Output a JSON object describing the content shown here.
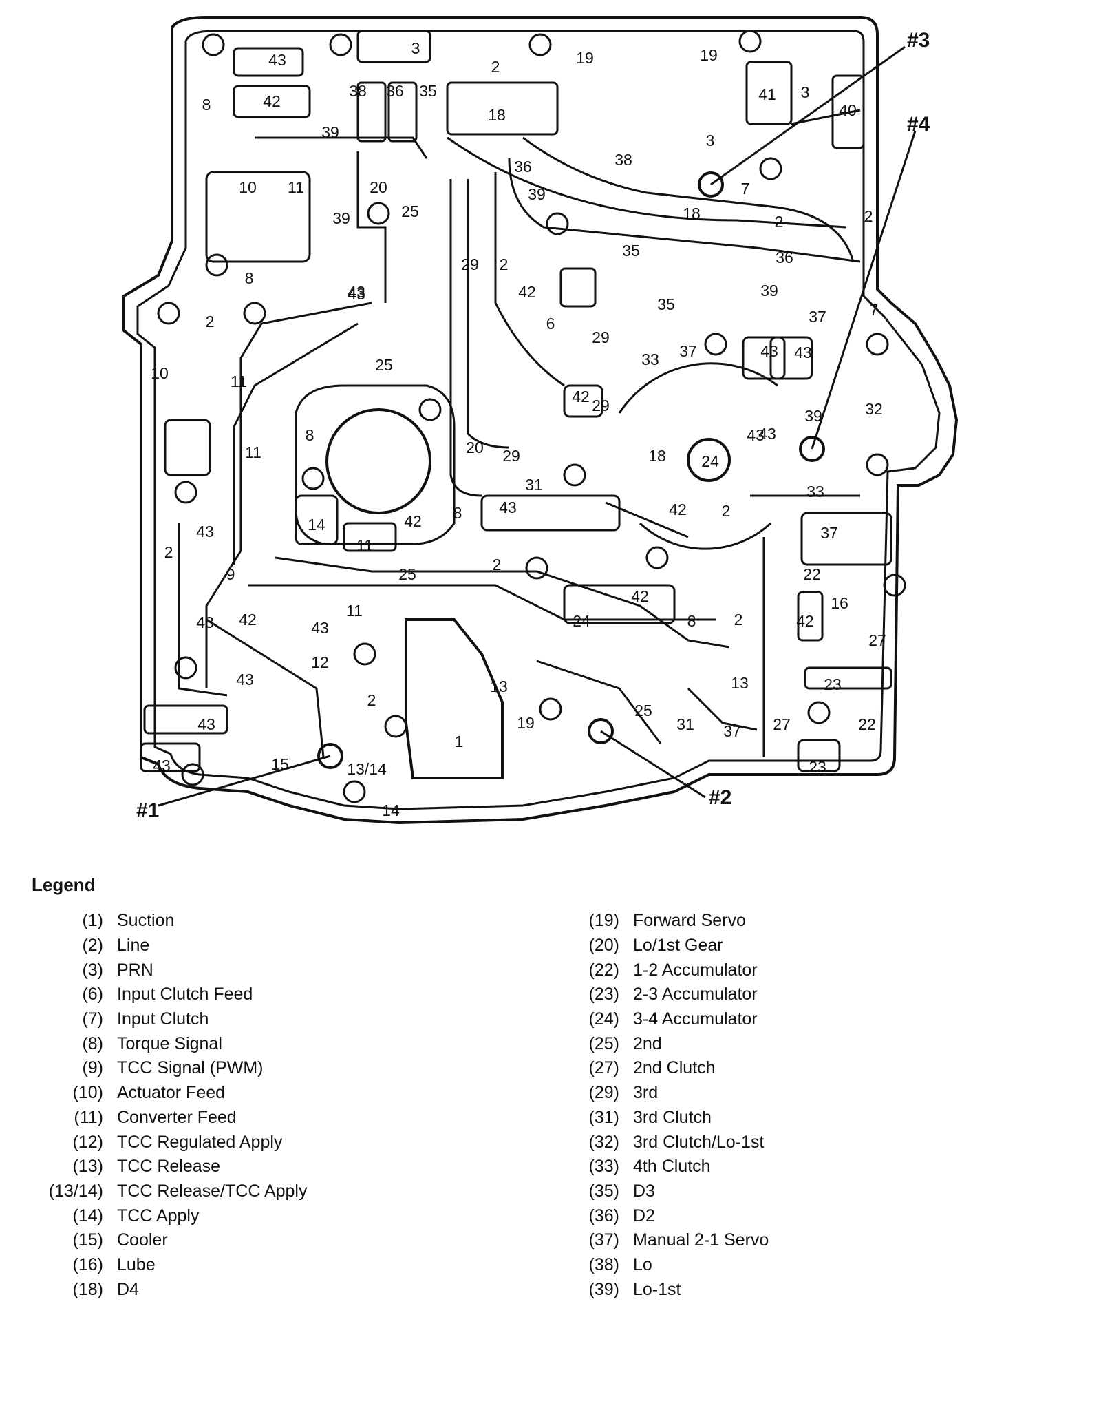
{
  "diagram": {
    "ball_labels": [
      "#1",
      "#2",
      "#3",
      "#4"
    ],
    "passage_labels": [
      "43",
      "3",
      "2",
      "19",
      "19",
      "8",
      "42",
      "38",
      "36",
      "35",
      "18",
      "41",
      "3",
      "40",
      "39",
      "3",
      "38",
      "36",
      "10",
      "11",
      "20",
      "39",
      "25",
      "39",
      "7",
      "2",
      "18",
      "2",
      "43",
      "29",
      "2",
      "35",
      "36",
      "42",
      "35",
      "39",
      "8",
      "2",
      "43",
      "6",
      "29",
      "37",
      "7",
      "10",
      "11",
      "25",
      "33",
      "37",
      "43",
      "43",
      "42",
      "29",
      "32",
      "39",
      "43",
      "8",
      "11",
      "20",
      "29",
      "18",
      "24",
      "43",
      "31",
      "33",
      "43",
      "14",
      "11",
      "42",
      "8",
      "42",
      "2",
      "43",
      "37",
      "2",
      "9",
      "25",
      "22",
      "2",
      "42",
      "16",
      "43",
      "42",
      "43",
      "11",
      "24",
      "8",
      "2",
      "27",
      "12",
      "43",
      "13",
      "42",
      "2",
      "13",
      "23",
      "43",
      "19",
      "25",
      "31",
      "37",
      "27",
      "22",
      "1",
      "15",
      "43",
      "13/14",
      "23",
      "14"
    ]
  },
  "legend": {
    "title": "Legend",
    "left": [
      {
        "num": "(1)",
        "desc": "Suction"
      },
      {
        "num": "(2)",
        "desc": "Line"
      },
      {
        "num": "(3)",
        "desc": "PRN"
      },
      {
        "num": "(6)",
        "desc": "Input Clutch Feed"
      },
      {
        "num": "(7)",
        "desc": "Input Clutch"
      },
      {
        "num": "(8)",
        "desc": "Torque Signal"
      },
      {
        "num": "(9)",
        "desc": "TCC Signal (PWM)"
      },
      {
        "num": "(10)",
        "desc": "Actuator Feed"
      },
      {
        "num": "(11)",
        "desc": "Converter Feed"
      },
      {
        "num": "(12)",
        "desc": "TCC Regulated Apply"
      },
      {
        "num": "(13)",
        "desc": "TCC Release"
      },
      {
        "num": "(13/14)",
        "desc": "TCC Release/TCC Apply"
      },
      {
        "num": "(14)",
        "desc": "TCC Apply"
      },
      {
        "num": "(15)",
        "desc": "Cooler"
      },
      {
        "num": "(16)",
        "desc": "Lube"
      },
      {
        "num": "(18)",
        "desc": "D4"
      }
    ],
    "right": [
      {
        "num": "(19)",
        "desc": "Forward Servo"
      },
      {
        "num": "(20)",
        "desc": "Lo/1st  Gear"
      },
      {
        "num": "(22)",
        "desc": "1-2 Accumulator"
      },
      {
        "num": "(23)",
        "desc": "2-3 Accumulator"
      },
      {
        "num": "(24)",
        "desc": "3-4 Accumulator"
      },
      {
        "num": "(25)",
        "desc": "2nd"
      },
      {
        "num": "(27)",
        "desc": "2nd Clutch"
      },
      {
        "num": "(29)",
        "desc": "3rd"
      },
      {
        "num": "(31)",
        "desc": "3rd Clutch"
      },
      {
        "num": "(32)",
        "desc": "3rd Clutch/Lo-1st"
      },
      {
        "num": "(33)",
        "desc": "4th Clutch"
      },
      {
        "num": "(35)",
        "desc": "D3"
      },
      {
        "num": "(36)",
        "desc": "D2"
      },
      {
        "num": "(37)",
        "desc": "Manual 2-1 Servo"
      },
      {
        "num": "(38)",
        "desc": "Lo"
      },
      {
        "num": "(39)",
        "desc": "Lo-1st"
      }
    ]
  }
}
